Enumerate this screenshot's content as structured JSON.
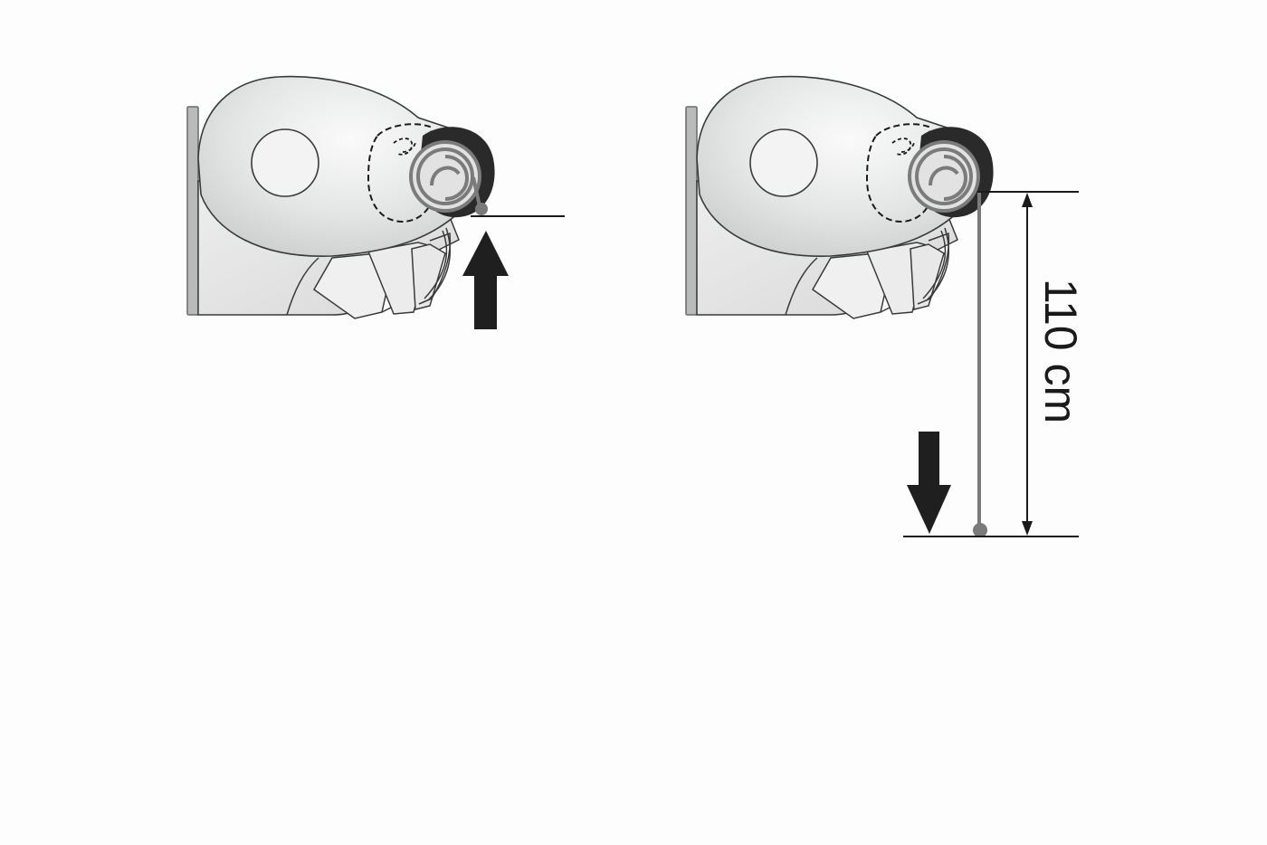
{
  "colors": {
    "background": "#fdfdfd",
    "housing_fill": "#e6e8e7",
    "housing_stroke": "#3a3a3a",
    "wall_fill": "#b9bbba",
    "roll_dark": "#2a2a2a",
    "coil_gray": "#7b7b7b",
    "arrow_fill": "#1f1f1f",
    "line": "#1a1a1a",
    "crank_gray": "#7a7a7a"
  },
  "icons": {
    "left_arrow": "arrow-up-icon",
    "right_arrow": "arrow-down-icon"
  },
  "dimension": {
    "label": "110 cm",
    "value": 110,
    "unit": "cm"
  }
}
